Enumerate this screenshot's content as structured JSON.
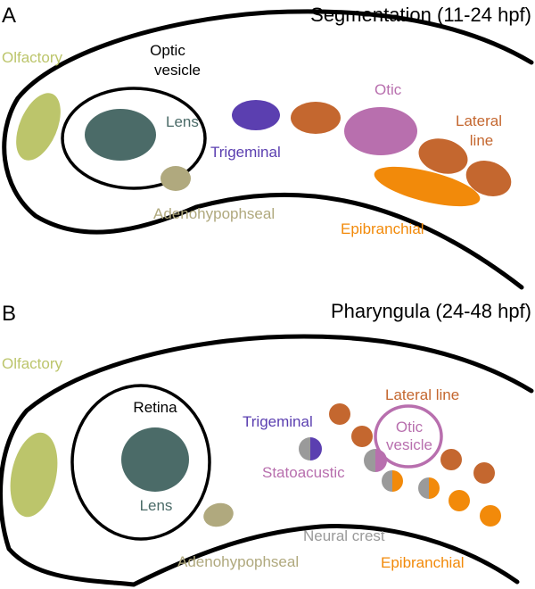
{
  "panels": [
    {
      "letter": "A",
      "title": "Segmentation (11-24 hpf)",
      "labels": {
        "olfactory": "Olfactory",
        "optic_vesicle_1": "Optic",
        "optic_vesicle_2": "vesicle",
        "lens": "Lens",
        "trigeminal": "Trigeminal",
        "otic": "Otic",
        "lateral_line_1": "Lateral",
        "lateral_line_2": "line",
        "adenohypophseal": "Adenohypophseal",
        "epibranchial": "Epibranchial"
      }
    },
    {
      "letter": "B",
      "title": "Pharyngula (24-48 hpf)",
      "labels": {
        "olfactory": "Olfactory",
        "retina": "Retina",
        "lens": "Lens",
        "trigeminal": "Trigeminal",
        "otic_vesicle_1": "Otic",
        "otic_vesicle_2": "vesicle",
        "lateral_line": "Lateral line",
        "statoacustic": "Statoacustic",
        "neural_crest": "Neural crest",
        "adenohypophseal": "Adenohypophseal",
        "epibranchial": "Epibranchial"
      }
    }
  ],
  "colors": {
    "olfactory": "#bcc56b",
    "lens": "#4b6b68",
    "trigeminal": "#5b3fb0",
    "otic": "#b86fae",
    "lateral_line": "#c4672f",
    "epibranchial": "#f28a0a",
    "adenohypophseal": "#b0a97e",
    "neural_crest": "#9a9a9a",
    "outline": "#000000"
  }
}
